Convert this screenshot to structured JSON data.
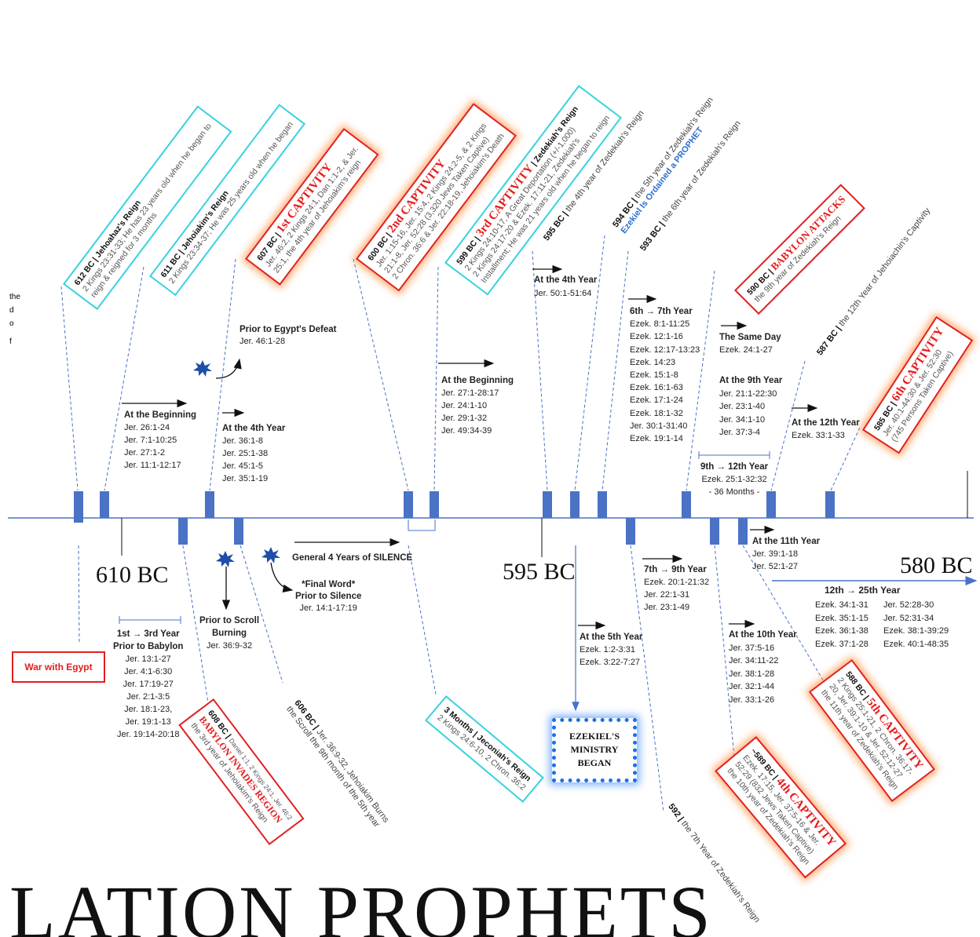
{
  "footer_title": "LATION PROPHETS",
  "year_labels": {
    "y610": "610 BC",
    "y595": "595 BC",
    "y580": "580 BC"
  },
  "edge_fragments": [
    "the",
    "d",
    "o",
    "f"
  ],
  "top_boxes": {
    "b612": {
      "bold": "612 BC | Jehoahaz's Reign",
      "l1": "2 Kings 23:31-33; He has 23 years old when he began to",
      "l2": "reign & reigned for 3 months"
    },
    "b611": {
      "bold": "611 BC | Jehoiakim's Reign",
      "l1": "2 Kings 23:34-37; He was 25 years old when he began"
    },
    "b607": {
      "bold": "607 BC | ",
      "cap": "1st CAPTIVITY",
      "l1": "Jer. 46:2, 2 Kings 24:1, Dan 1:1-2, & Jer.",
      "l2": "25:1, the 4th year of Jehoiakim's reign"
    },
    "b600": {
      "bold": "600 BC | ",
      "cap": "2nd CAPTIVITY",
      "l1": "Jer. 1:15-16, Jer. 15:4, 2 Kings 24:2-5, & 2 Kings",
      "l2": "21:1-8, Jer. 52:28 (3,320 Jews Taken Captive)",
      "l3": "2 Chron. 36:6 & Jer. 22:18-19, Jehoiakim's Death"
    },
    "b599": {
      "bold": "599 BC | ",
      "cap": "3rd CAPTIVITY",
      "bold2": " | Zedekiah's Reign",
      "l1": "2 Kings 24:10-17, A Great Deportation (+/-1,000)",
      "l2": "2 Kings 24:17-20 & Ezek. 17:11-21, Zedekiah's",
      "l3": "Installment; He was 21 years old when he began to reign"
    },
    "b590": {
      "bold": "590 BC | ",
      "cap": "BABYLON ATTACKS",
      "l1": "the 9th year of Zedekiah's Reign"
    },
    "b585": {
      "bold": "585 BC | ",
      "cap": "6th CAPTIVITY",
      "l1": "Jer. 40:1-44:30 & Jer. 52:30",
      "l2": "(745 Persons Taken Captive)"
    }
  },
  "top_rotated": {
    "t595": {
      "bold": "595 BC |",
      "rest": " the 4th year of Zedekiah's Reign"
    },
    "t594": {
      "bold": "594 BC |",
      "rest": " the 5th year of Zedekiah's Reign",
      "blue": "Ezekiel Is Ordained a PROPHET"
    },
    "t593": {
      "bold": "593 BC |",
      "rest": " the 6th year of Zedekiah's Reign"
    },
    "t587": {
      "bold": "587 BC |",
      "rest": " the 12th Year of Jehoiachin's Captivity"
    }
  },
  "bottom_boxes": {
    "b608": {
      "bold": "608 BC | ",
      "small": "Daniel 1:1, 2 Kings 24:1, Jer. 46:2",
      "cap": "BABYLON INVADES REGION",
      "l1": "the 3rd year of Jehoiakim's Reign"
    },
    "b3m": {
      "bold": "3 Months | Jeconiah's Reign",
      "l1": "2 Kings 24:6-10, 2 Chron. 36:2"
    },
    "b588": {
      "bold": "588 BC | ",
      "cap": "5th CAPTIVITY",
      "l1": "2 Kings 25:1-21, 2 Chron. 36:17-",
      "l2": "20, Jer. 39:1-10 & Jer. 52:12-27",
      "l3": "the 11th year of Zedekiah's Reign"
    },
    "b589": {
      "bold": "~589 BC | ",
      "cap": "4th CAPTIVITY",
      "l1": "Ezek. 17:15, Jer. 37:5-16 & Jer.",
      "l2": "52:29 (832 Jews Taken Captive)",
      "l3": "the 10th year of Zedekiah's Reign"
    }
  },
  "bottom_rotated": {
    "t606": {
      "bold": "606 BC |",
      "l1": " Jer. 36:9-32, Jehoiakim Burns",
      "l2": "the Scroll the 9th month of the 5th year"
    },
    "t592": {
      "bold": "592 |",
      "rest": " the 7th Year of Zedekiah's Reign"
    }
  },
  "war_egypt": "War with Egypt",
  "ezekiel_began": [
    "EZEKIEL'S",
    "MINISTRY",
    "BEGAN"
  ],
  "prior_egypt": {
    "h": "Prior to Egypt's Defeat",
    "l": "Jer. 46:1-28"
  },
  "beginning1": {
    "h": "At the Beginning",
    "l": "Jer. 26:1-24\nJer. 7:1-10:25\nJer. 27:1-2\nJer. 11:1-12:17"
  },
  "fourth1": {
    "h": "At the 4th Year",
    "l": "Jer. 36:1-8\nJer. 25:1-38\nJer. 45:1-5\nJer. 35:1-19"
  },
  "beginning2": {
    "h": "At the Beginning",
    "l": "Jer. 27:1-28:17\nJer. 24:1-10\nJer. 29:1-32\nJer. 49:34-39"
  },
  "fourth2": {
    "h": "At the 4th Year",
    "l": "Jer. 50:1-51:64"
  },
  "six_seven": {
    "h": "6th → 7th Year",
    "l": "Ezek. 8:1-11:25\nEzek. 12:1-16\nEzek. 12:17-13:23\nEzek. 14:23\nEzek. 15:1-8\nEzek. 16:1-63\nEzek. 17:1-24\nEzek. 18:1-32\nJer. 30:1-31:40\nEzek. 19:1-14"
  },
  "same_day": {
    "h": "The Same Day",
    "l": "Ezek. 24:1-27"
  },
  "ninth": {
    "h": "At the 9th Year",
    "l": "Jer. 21:1-22:30\nJer. 23:1-40\nJer. 34:1-10\nJer. 37:3-4"
  },
  "nine_twelve": {
    "h": "9th → 12th Year",
    "l": "Ezek. 25:1-32:32",
    "m": "- 36 Months -"
  },
  "twelfth": {
    "h": "At the 12th Year",
    "l": "Ezek. 33:1-33"
  },
  "eleventh": {
    "h": "At the 11th Year",
    "l": "Jer. 39:1-18\nJer. 52:1-27"
  },
  "twelve_25": {
    "h": "12th → 25th Year",
    "c1": "Ezek. 34:1-31\nEzek. 35:1-15\nEzek. 36:1-38\nEzek. 37:1-28",
    "c2": "Jer. 52:28-30\nJer. 52:31-34\nEzek. 38:1-39:29\nEzek. 40:1-48:35"
  },
  "seven_nine": {
    "h": "7th → 9th Year",
    "l": "Ezek. 20:1-21:32\nJer. 22:1-31\nJer. 23:1-49"
  },
  "tenth": {
    "h": "At the 10th Year",
    "l": "Jer. 37:5-16\nJer. 34:11-22\nJer. 38:1-28\nJer. 32:1-44\nJer. 33:1-26"
  },
  "fifth": {
    "h": "At the 5th Year",
    "l": "Ezek. 1:2-3:31\nEzek. 3:22-7:27"
  },
  "silence": "General 4 Years of SILENCE",
  "final_word": {
    "h": "*Final Word*\nPrior to Silence",
    "l": "Jer. 14:1-17:19"
  },
  "scroll": {
    "h": "Prior to Scroll\nBurning",
    "l": "Jer. 36:9-32"
  },
  "one_three": {
    "h": "1st → 3rd Year\nPrior to Babylon",
    "l": "Jer. 13:1-27\nJer. 4:1-6:30\nJer. 17:19-27\nJer. 2:1-3:5\nJer. 18:1-23,\nJer. 19:1-13\nJer. 19:14-20:18"
  },
  "colors": {
    "line": "#4a72c5",
    "cyan": "#36d3df",
    "red": "#e02020",
    "blue": "#2e6fd0"
  }
}
